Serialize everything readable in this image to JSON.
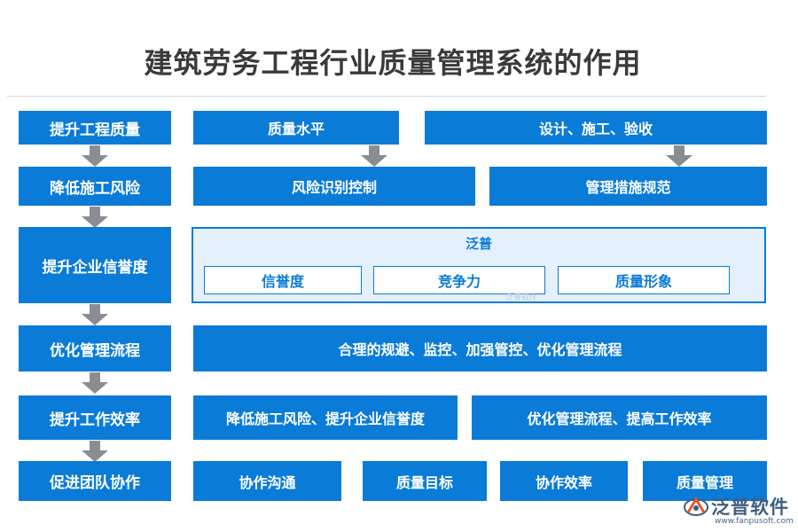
{
  "title": "建筑劳务工程行业质量管理系统的作用",
  "rows": [
    {
      "label": "提升工程质量",
      "items": [
        "质量水平",
        "设计、施工、验收"
      ]
    },
    {
      "label": "降低施工风险",
      "items": [
        "风险识别控制",
        "管理措施规范"
      ]
    },
    {
      "label": "提升企业信誉度",
      "panel_title": "泛普",
      "items": [
        "信誉度",
        "竞争力",
        "质量形象"
      ]
    },
    {
      "label": "优化管理流程",
      "items": [
        "合理的规避、监控、加强管控、优化管理流程"
      ]
    },
    {
      "label": "提升工作效率",
      "items": [
        "降低施工风险、提升企业信誉度",
        "优化管理流程、提高工作效率"
      ]
    },
    {
      "label": "促进团队协作",
      "items": [
        "协作沟通",
        "质量目标",
        "协作效率",
        "质量管理"
      ]
    }
  ],
  "watermark_small": "泛普软件",
  "logo": {
    "text": "泛普软件",
    "url": "www.fanpusoft.com"
  },
  "colors": {
    "primary": "#0b7bd8",
    "panel_bg": "#e4f0fb",
    "arrow": "#8a8e93",
    "title": "#3a3a3a"
  }
}
